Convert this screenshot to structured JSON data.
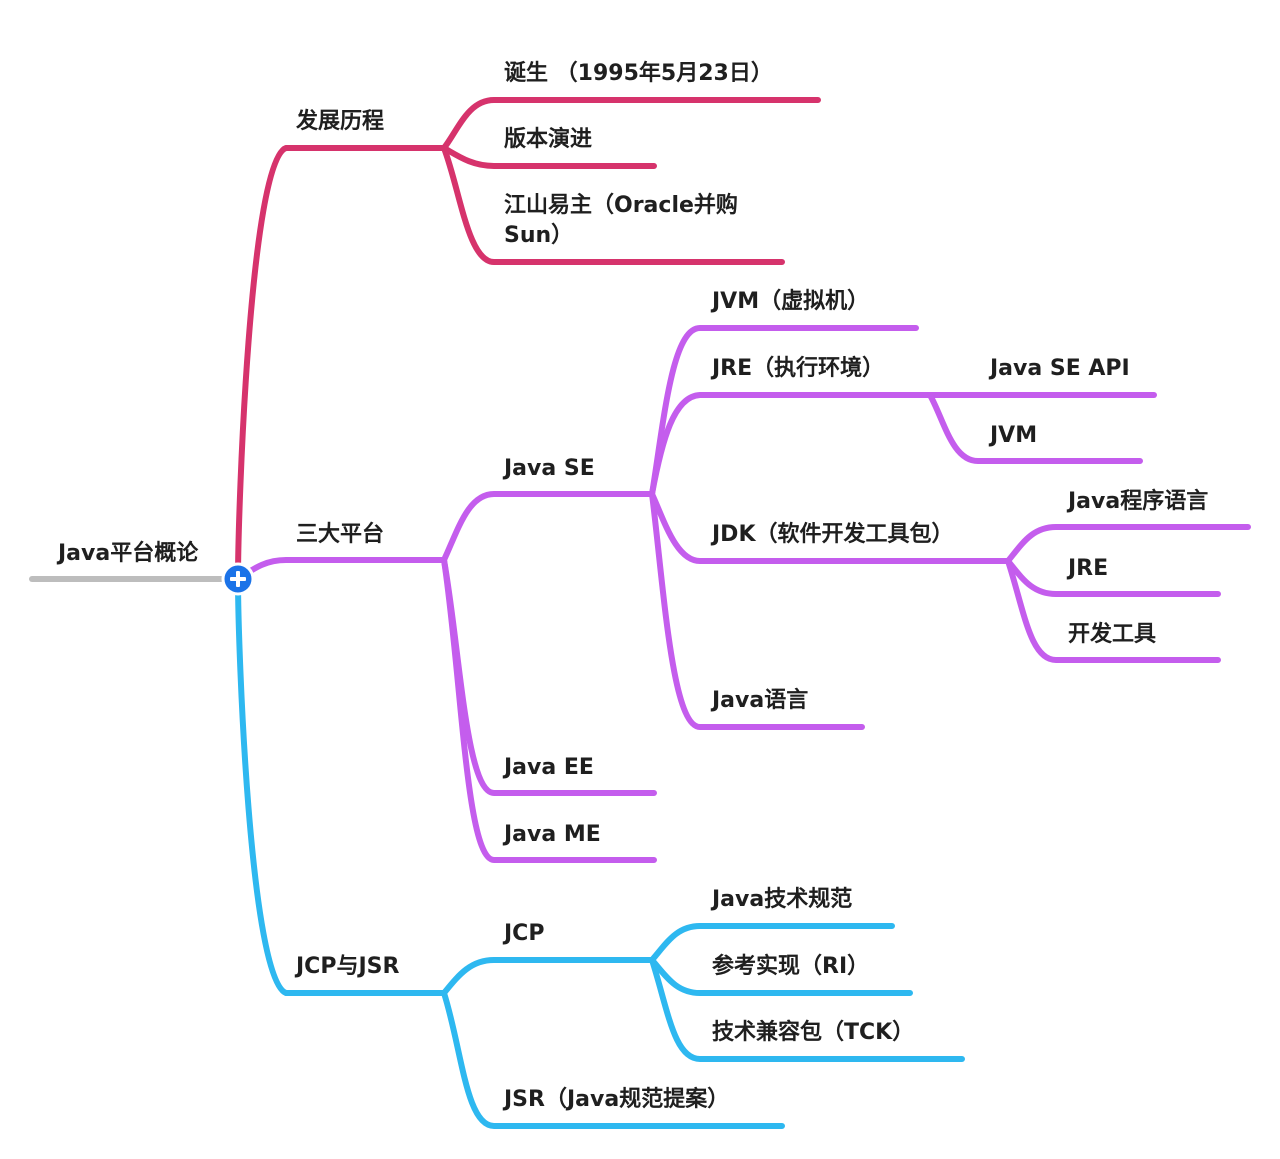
{
  "colors": {
    "root": "#bdbdbd",
    "history": "#d6336c",
    "platforms": "#c45ded",
    "jcp": "#2eb8f0",
    "collapse_button": "#1b73e8"
  },
  "icons": {
    "collapse": "plus-icon"
  },
  "root": {
    "label": "Java平台概论"
  },
  "history": {
    "label": "发展历程",
    "children": [
      {
        "label": "诞生 （1995年5月23日）"
      },
      {
        "label": "版本演进"
      },
      {
        "label_line1": "江山易主（Oracle并购",
        "label_line2": "Sun）"
      }
    ]
  },
  "platforms": {
    "label": "三大平台",
    "java_se": {
      "label": "Java SE",
      "jvm": {
        "label": "JVM（虚拟机）"
      },
      "jre": {
        "label": "JRE（执行环境）",
        "children": [
          {
            "label": "Java SE API"
          },
          {
            "label": "JVM"
          }
        ]
      },
      "jdk": {
        "label": "JDK（软件开发工具包）",
        "children": [
          {
            "label": "Java程序语言"
          },
          {
            "label": "JRE"
          },
          {
            "label": "开发工具"
          }
        ]
      },
      "language": {
        "label": "Java语言"
      }
    },
    "java_ee": {
      "label": "Java EE"
    },
    "java_me": {
      "label": "Java ME"
    }
  },
  "jcp_jsr": {
    "label": "JCP与JSR",
    "jcp": {
      "label": "JCP",
      "children": [
        {
          "label": "Java技术规范"
        },
        {
          "label": "参考实现（RI）"
        },
        {
          "label": "技术兼容包（TCK）"
        }
      ]
    },
    "jsr": {
      "label": "JSR（Java规范提案）"
    }
  }
}
